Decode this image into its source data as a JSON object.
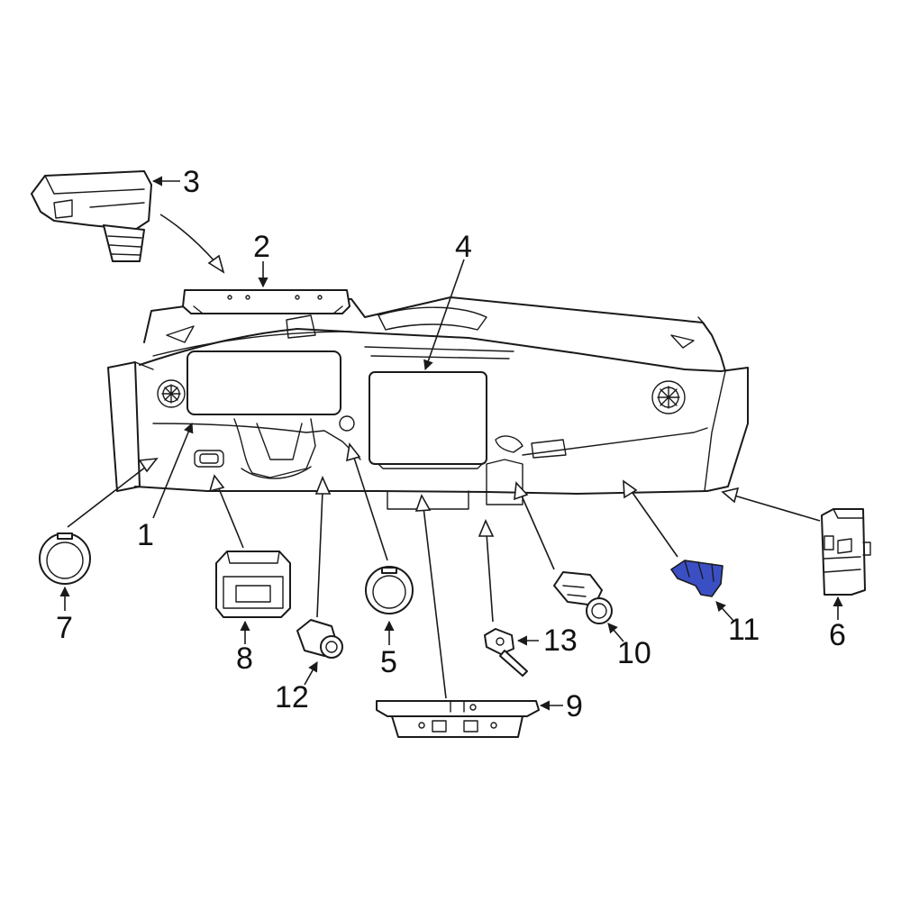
{
  "diagram": {
    "highlight_color": "#3b4fc4",
    "highlighted_part": "11",
    "callouts": [
      {
        "id": "1",
        "label": "1"
      },
      {
        "id": "2",
        "label": "2"
      },
      {
        "id": "3",
        "label": "3"
      },
      {
        "id": "4",
        "label": "4"
      },
      {
        "id": "5",
        "label": "5"
      },
      {
        "id": "6",
        "label": "6"
      },
      {
        "id": "7",
        "label": "7"
      },
      {
        "id": "8",
        "label": "8"
      },
      {
        "id": "9",
        "label": "9"
      },
      {
        "id": "10",
        "label": "10"
      },
      {
        "id": "11",
        "label": "11"
      },
      {
        "id": "12",
        "label": "12"
      },
      {
        "id": "13",
        "label": "13"
      }
    ]
  }
}
